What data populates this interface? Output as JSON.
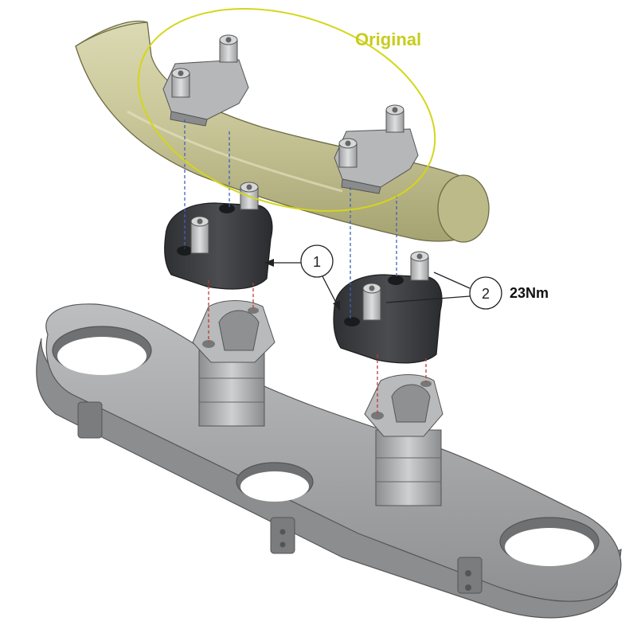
{
  "labels": {
    "original": "Original",
    "callout_1": "1",
    "callout_2": "2",
    "torque": "23Nm"
  },
  "colors": {
    "background": "#ffffff",
    "handlebar": "#c9c699",
    "highlight_ellipse": "#d4d61a",
    "original_text": "#c8cc1c",
    "riser_dark": "#3a3c3f",
    "triple_clamp": "#a9aaab",
    "bolt": "#bfc0c1",
    "guide_blue": "#3f63b8",
    "guide_red": "#c23a3a",
    "callout_stroke": "#222222"
  }
}
